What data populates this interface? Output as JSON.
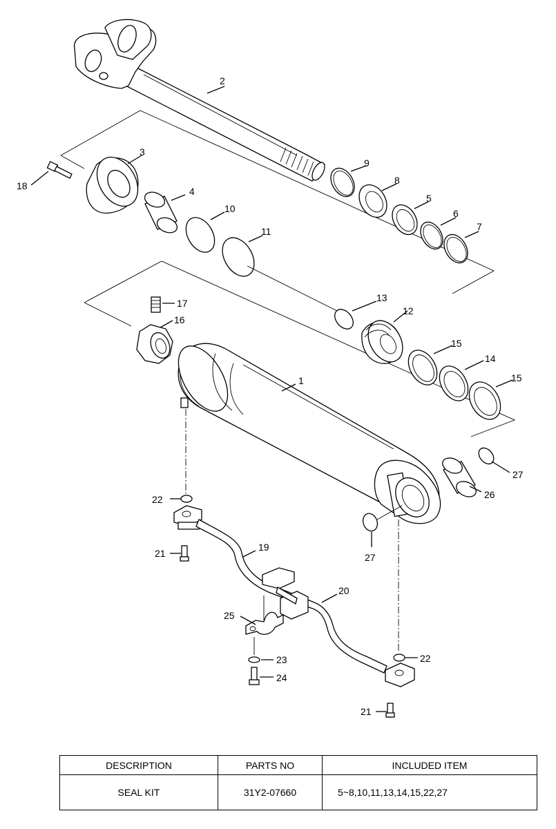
{
  "callouts": {
    "c1": "1",
    "c2": "2",
    "c3": "3",
    "c4": "4",
    "c5": "5",
    "c6": "6",
    "c7": "7",
    "c8": "8",
    "c9": "9",
    "c10": "10",
    "c11": "11",
    "c12": "12",
    "c13": "13",
    "c14": "14",
    "c15a": "15",
    "c15b": "15",
    "c16": "16",
    "c17": "17",
    "c18": "18",
    "c19": "19",
    "c20": "20",
    "c21a": "21",
    "c21b": "21",
    "c22a": "22",
    "c22b": "22",
    "c23": "23",
    "c24": "24",
    "c25": "25",
    "c26": "26",
    "c27a": "27",
    "c27b": "27"
  },
  "table": {
    "headers": [
      "DESCRIPTION",
      "PARTS NO",
      "INCLUDED ITEM"
    ],
    "rows": [
      {
        "description": "SEAL KIT",
        "parts_no": "31Y2-07660",
        "included": "5~8,10,11,13,14,15,22,27"
      }
    ]
  }
}
